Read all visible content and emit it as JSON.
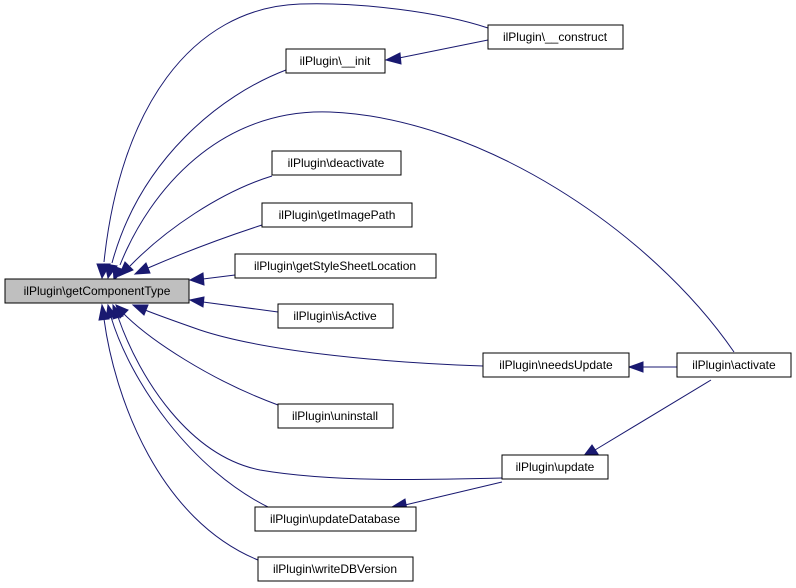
{
  "graph": {
    "colors": {
      "edge": "#191970",
      "root_fill": "#bfbfbf",
      "node_fill": "#ffffff",
      "border": "#000000"
    },
    "nodes": {
      "root": "ilPlugin\\getComponentType",
      "construct": "ilPlugin\\__construct",
      "init": "ilPlugin\\__init",
      "deactivate": "ilPlugin\\deactivate",
      "getImagePath": "ilPlugin\\getImagePath",
      "getStyleSheetLocation": "ilPlugin\\getStyleSheetLocation",
      "isActive": "ilPlugin\\isActive",
      "needsUpdate": "ilPlugin\\needsUpdate",
      "activate": "ilPlugin\\activate",
      "uninstall": "ilPlugin\\uninstall",
      "update": "ilPlugin\\update",
      "updateDatabase": "ilPlugin\\updateDatabase",
      "writeDBVersion": "ilPlugin\\writeDBVersion"
    },
    "edges": [
      {
        "from": "construct",
        "to": "root"
      },
      {
        "from": "init",
        "to": "root"
      },
      {
        "from": "construct",
        "to": "init"
      },
      {
        "from": "activate",
        "to": "root"
      },
      {
        "from": "deactivate",
        "to": "root"
      },
      {
        "from": "getImagePath",
        "to": "root"
      },
      {
        "from": "getStyleSheetLocation",
        "to": "root"
      },
      {
        "from": "isActive",
        "to": "root"
      },
      {
        "from": "needsUpdate",
        "to": "root"
      },
      {
        "from": "activate",
        "to": "needsUpdate"
      },
      {
        "from": "uninstall",
        "to": "root"
      },
      {
        "from": "update",
        "to": "root"
      },
      {
        "from": "activate",
        "to": "update"
      },
      {
        "from": "updateDatabase",
        "to": "root"
      },
      {
        "from": "update",
        "to": "updateDatabase"
      },
      {
        "from": "writeDBVersion",
        "to": "root"
      }
    ]
  }
}
